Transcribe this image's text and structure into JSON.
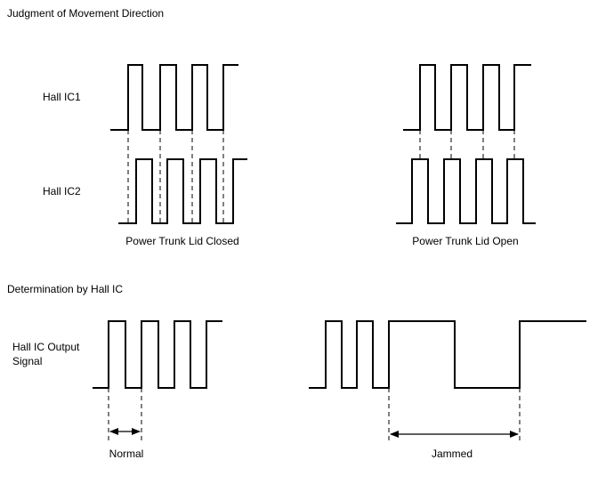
{
  "sections": {
    "direction": {
      "title": "Judgment of Movement Direction"
    },
    "determination": {
      "title": "Determination by Hall IC"
    }
  },
  "signals": {
    "hall_ic1": "Hall IC1",
    "hall_ic2": "Hall IC2",
    "output_line1": "Hall IC Output",
    "output_line2": "Signal"
  },
  "captions": {
    "closed": "Power Trunk Lid Closed",
    "open": "Power Trunk Lid Open",
    "normal": "Normal",
    "jammed": "Jammed"
  },
  "colors": {
    "line": "#000000",
    "background": "#ffffff"
  }
}
